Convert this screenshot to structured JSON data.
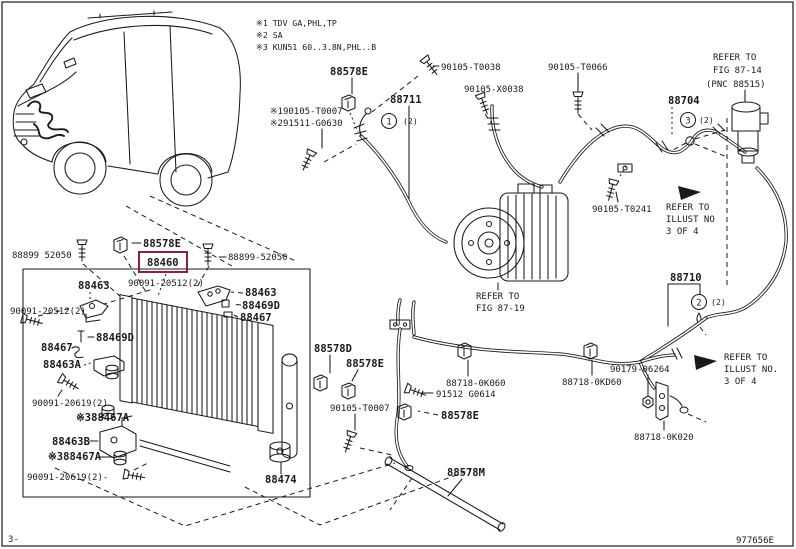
{
  "figure": {
    "sheet_prefix": "3-",
    "figure_code": "977656E"
  },
  "colors": {
    "ink": "#1a1a1a",
    "highlight_box": "#8e1f3a",
    "background": "#ffffff"
  },
  "spec_notes": [
    "※1 TDV GA,PHL,TP",
    "※2 SA",
    "※3 KUN51 60..3.8N,PHL..B"
  ],
  "references": {
    "fig_87_14": {
      "line1": "REFER TO",
      "line2": "FIG 87-14",
      "line3": "(PNC 88515)"
    },
    "fig_87_19": {
      "line1": "REFER TO",
      "line2": "FIG 87-19"
    },
    "illust_mid": {
      "line1": "REFER TO",
      "line2": "ILLUST NO",
      "line3": "3 OF 4"
    },
    "illust_bottom": {
      "line1": "REFER TO",
      "line2": "ILLUST NO.",
      "line3": "3 OF 4"
    }
  },
  "callouts": {
    "hose_88711": {
      "circle": "1",
      "qty": "(2)"
    },
    "hose_88704": {
      "circle": "3",
      "qty": "(2)"
    },
    "pipe_88710": {
      "circle": "2",
      "qty": "(2)"
    }
  },
  "parts": {
    "p88578e_top": "88578E",
    "p90105_t0038": "90105-T0038",
    "p90105_t0066": "90105-T0066",
    "p90105_x0038": "90105-X0038",
    "p88711": "88711",
    "pn1_90105_t0007": "※190105-T0007",
    "pn2_91511_g0630": "※291511-G0630",
    "p88704": "88704",
    "p90105_t0241": "90105-T0241",
    "p88710": "88710",
    "p88899_52050_l": "88899 52050",
    "p88578e_cond": "88578E",
    "p88460": "88460",
    "p88899_52050_r": "88899-52050",
    "p90091_20512_r": "90091-20512(2)",
    "p88463_l": "88463",
    "p90091_20512_l": "90091-20512(2)",
    "p88469d_l": "88469D",
    "p88467_l": "88467",
    "p88463_r": "88463",
    "p88469d_r": "88469D",
    "p88467_r": "88467",
    "p88463a": "88463A",
    "p90091_20619_u": "90091-20619(2)",
    "p88467a_u": "※388467A",
    "p88463b": "88463B",
    "p88467a_d": "※388467A",
    "p90091_20619_d": "90091-20619(2)-",
    "p88474": "88474",
    "p88578d": "88578D",
    "p88578e_mid": "88578E",
    "p90105_t0007": "90105-T0007",
    "p88578e_pipe": "88578E",
    "p88718_0k060": "88718-0K060",
    "p91512_g0614": "91512 G0614",
    "p88718_0kd60": "88718-0KD60",
    "p90179_06264": "90179-06264",
    "p88718_0k020": "88718-0K020",
    "p88578m": "88578M"
  }
}
